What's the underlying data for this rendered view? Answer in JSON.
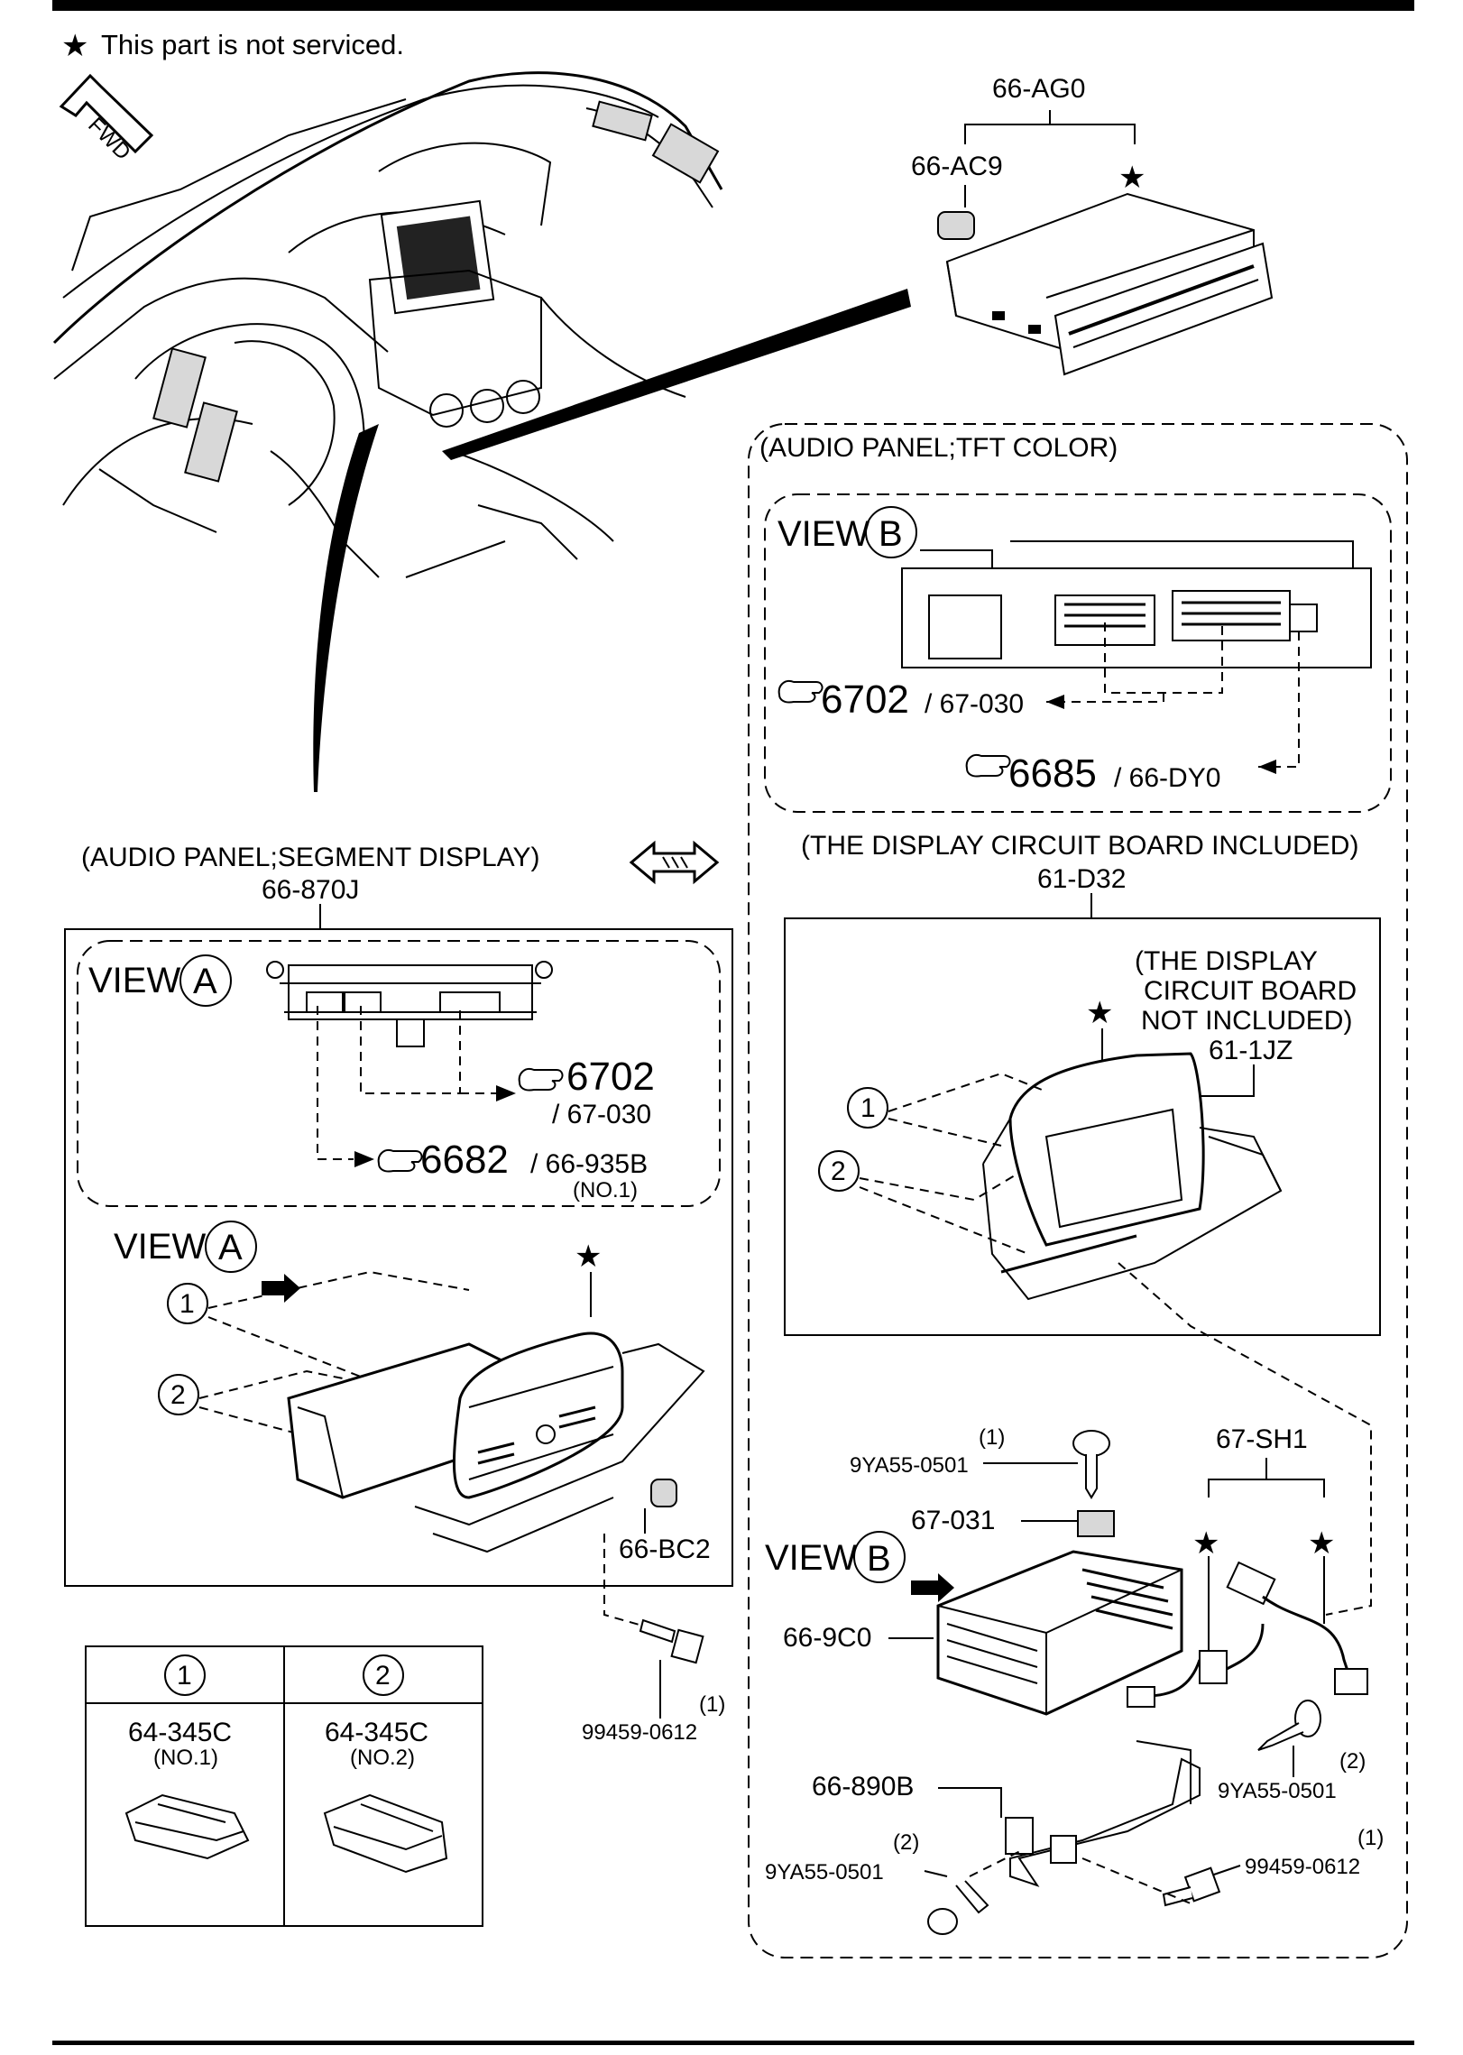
{
  "note": {
    "star": "★",
    "text": "This part is not serviced."
  },
  "fwd": "FWD",
  "top_unit": {
    "part": "66-AG0",
    "knob": "66-AC9"
  },
  "tft_panel": {
    "header": "(AUDIO PANEL;TFT COLOR)",
    "view_label": "VIEW",
    "view_letter": "B",
    "ref1_code": "6702",
    "ref1_part": "/ 67-030",
    "ref2_code": "6685",
    "ref2_part": "/ 66-DY0",
    "display_header": "(THE DISPLAY CIRCUIT BOARD INCLUDED)",
    "display_part": "61-D32",
    "not_included_1": "(THE DISPLAY",
    "not_included_2": "CIRCUIT BOARD",
    "not_included_3": "NOT INCLUDED)",
    "not_included_part": "61-1JZ",
    "circle1": "1",
    "circle2": "2"
  },
  "amp": {
    "screw_top_qty": "(1)",
    "screw_top_part": "9YA55-0501",
    "clip_part": "67-031",
    "view_label": "VIEW",
    "view_letter": "B",
    "amp_part": "66-9C0",
    "harness_part": "67-SH1",
    "bracket_part": "66-890B",
    "screw_right_qty": "(2)",
    "screw_right_part": "9YA55-0501",
    "bolt_right_qty": "(1)",
    "bolt_right_part": "99459-0612",
    "screw_left_qty": "(2)",
    "screw_left_part": "9YA55-0501"
  },
  "segment_panel": {
    "header": "(AUDIO PANEL;SEGMENT DISPLAY)",
    "part": "66-870J",
    "view_label": "VIEW",
    "view_letter": "A",
    "ref1_code": "6702",
    "ref1_part": "/ 67-030",
    "ref2_code": "6682",
    "ref2_part": "/ 66-935B",
    "ref2_note": "(NO.1)",
    "circle1": "1",
    "circle2": "2",
    "knob_part": "66-BC2",
    "bolt_qty": "(1)",
    "bolt_part": "99459-0612"
  },
  "clip_table": {
    "col1_head": "1",
    "col2_head": "2",
    "col1_part": "64-345C",
    "col1_note": "(NO.1)",
    "col2_part": "64-345C",
    "col2_note": "(NO.2)"
  },
  "icons": [
    "fwd-arrow-icon",
    "double-arrow-icon",
    "reference-hand-icon",
    "star-icon"
  ]
}
